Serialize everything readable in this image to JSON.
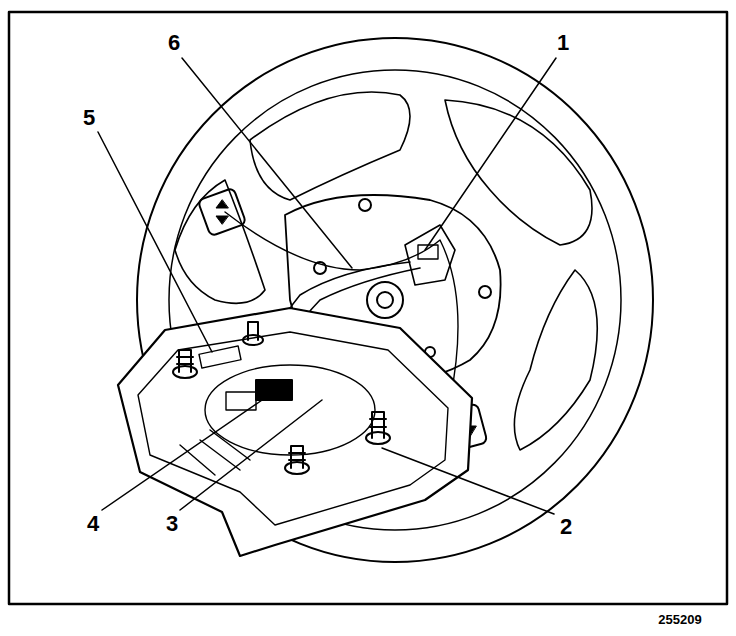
{
  "diagram": {
    "labels": [
      "6",
      "1",
      "5",
      "4",
      "3",
      "2",
      "255209"
    ]
  }
}
